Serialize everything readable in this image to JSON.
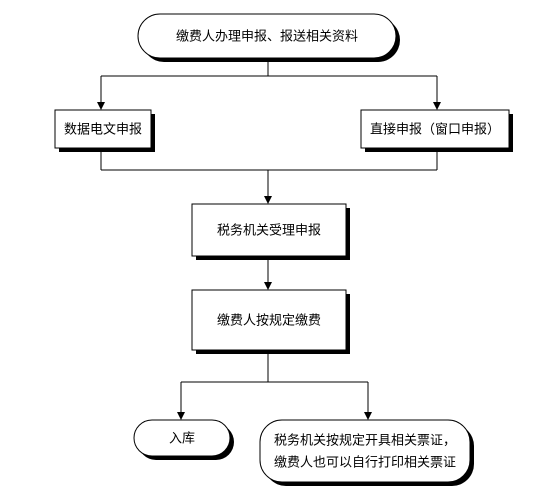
{
  "nodes": {
    "start": {
      "lines": [
        "缴费人办理申报、报送相关资料"
      ]
    },
    "electronic": {
      "lines": [
        "数据电文申报"
      ]
    },
    "direct": {
      "lines": [
        "直接申报（窗口申报）"
      ]
    },
    "accept": {
      "lines": [
        "税务机关受理申报"
      ]
    },
    "pay": {
      "lines": [
        "缴费人按规定缴费"
      ]
    },
    "warehouse": {
      "lines": [
        "入库"
      ]
    },
    "ticket": {
      "lines": [
        "税务机关按规定开具相关票证，",
        "缴费人也可以自行打印相关票证"
      ]
    }
  },
  "colors": {
    "stroke": "#000000",
    "fill": "#ffffff",
    "shadow": "#000000",
    "text": "#000000"
  }
}
